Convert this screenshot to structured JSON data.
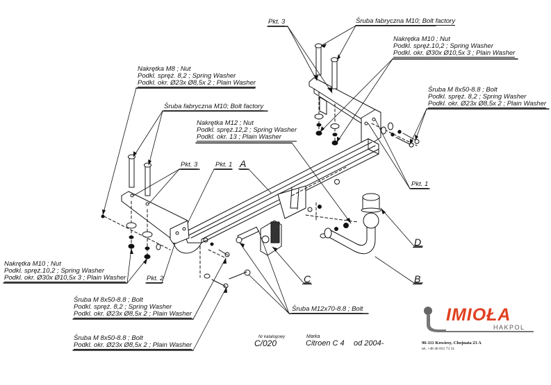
{
  "labels": {
    "top_pkt3": "Pkt. 3",
    "top_bolt_factory": "Śruba fabryczna M10; Bolt factory",
    "top_right_nut": [
      "Nakrętka  M10 ; Nut",
      "Podkl. spręż.10,2 ; Spring Washer",
      "Podkl. okr.  Ø30x Ø10,5x 3 ; Plain Washer"
    ],
    "right_bolt": [
      "Śruba M 8x50-8.8 ;  Bolt",
      "Podkl. spręż. 8,2 ; Spring Washer",
      "Podkl. okr.  Ø23x Ø8,5x 2 ; Plain Washer"
    ],
    "right_pkt1": "Pkt. 1",
    "left_nut_m8": [
      "Nakrętka  M8 ; Nut",
      "Podkl. spręż. 8,2 ; Spring Washer",
      "Podkl. okr.  Ø23x Ø8,5x 2 ; Plain Washer"
    ],
    "left_bolt_factory": "Śruba fabryczna M10; Bolt factory",
    "center_nut_m12": [
      "Nakrętka  M12 ; Nut",
      "Podkl. spręż.12,2 ; Spring Washer",
      "Podkl. okr. 13 ; Plain Washer"
    ],
    "left_pkt3": "Pkt. 3",
    "left_pkt1": "Pkt. 1",
    "letter_a": "A",
    "left_nut_m10": [
      "Nakrętka  M10 ; Nut",
      "Podkl. spręż.10,2 ; Spring Washer",
      "Podkl. okr.  Ø30x Ø10,5x 3 ; Plain Washer"
    ],
    "pkt2": "Pkt. 2",
    "bottom_bolt_1": [
      "Śruba M 8x50-8.8 ;  Bolt",
      "Podkl. spręż. 8,2 ; Spring Washer",
      "Podkl. okr.  Ø23x Ø8,5x 2 ; Plain Washer"
    ],
    "bottom_bolt_2": [
      "Śruba M 8x50-8.8 ;  Bolt",
      "Podkl. okr.  Ø23x Ø8,5x 2 ; Plain Washer"
    ],
    "letter_c": "C",
    "letter_b": "B",
    "letter_d": "D",
    "bolt_m12": "Śruba M12x70-8.8 ;  Bolt"
  },
  "meta": {
    "catalog_caption": "Nr katalogowy",
    "catalog_number": "C/020",
    "brand_caption": "Marka",
    "brand_value": "Citroen C 4",
    "year": "od 2004-"
  },
  "company": {
    "logo_name": "IMIOŁA",
    "logo_sub": "HAKPOL",
    "address": "96-111 Kowiesy, Chojnata 23 A",
    "phone": "tel. +48 46 831 73 31",
    "brand_color": "#e0401f"
  }
}
